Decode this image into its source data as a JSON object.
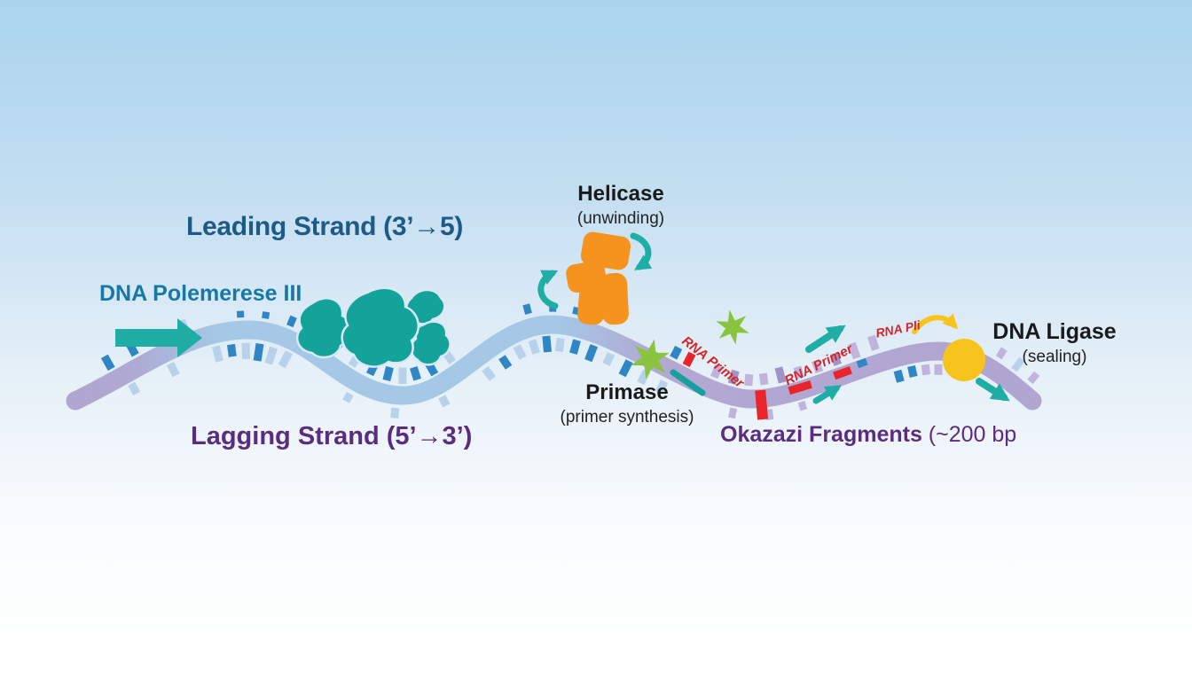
{
  "colors": {
    "bg_top": "#aad4ee",
    "bg_mid": "#e6f0f8",
    "bg_bottom": "#ffffff",
    "strand_blue": "#a5c8e7",
    "strand_purple": "#b1a6d0",
    "tick_blue": "#2e86c5",
    "tick_light_blue": "#b7d2ea",
    "tick_lavender": "#c0b4dc",
    "tick_purple": "#a193c7",
    "primer_red": "#e8252b",
    "enzyme_teal": "#14a39b",
    "arrow_teal": "#1fada6",
    "helicase_orange": "#f6921e",
    "primase_green": "#8ac43e",
    "ligase_yellow": "#f7c41d",
    "text_navy": "#1d5a86",
    "text_teal_blue": "#1878a5",
    "text_purple": "#5b2d7e",
    "text_dark": "#1a1a1a",
    "rna_red": "#d3262b"
  },
  "labels": {
    "leading_strand": "Leading Strand (3’→5)",
    "dna_polymerase": "DNA Polemerese III",
    "helicase_title": "Helicase",
    "helicase_subtitle": "(unwinding)",
    "primase_title": "Primase",
    "primase_subtitle": "(primer synthesis)",
    "lagging_strand": "Lagging Strand (5’→3’)",
    "okazaki_fragments": "Okazazi Fragments",
    "okazaki_size": " (~200 bp",
    "dna_ligase_title": "DNA Ligase",
    "dna_ligase_subtitle": "(sealing)",
    "rna_primer_1": "RNA Primer",
    "rna_primer_2": "RNA Primer",
    "rna_primer_3": "RNA Pli"
  }
}
